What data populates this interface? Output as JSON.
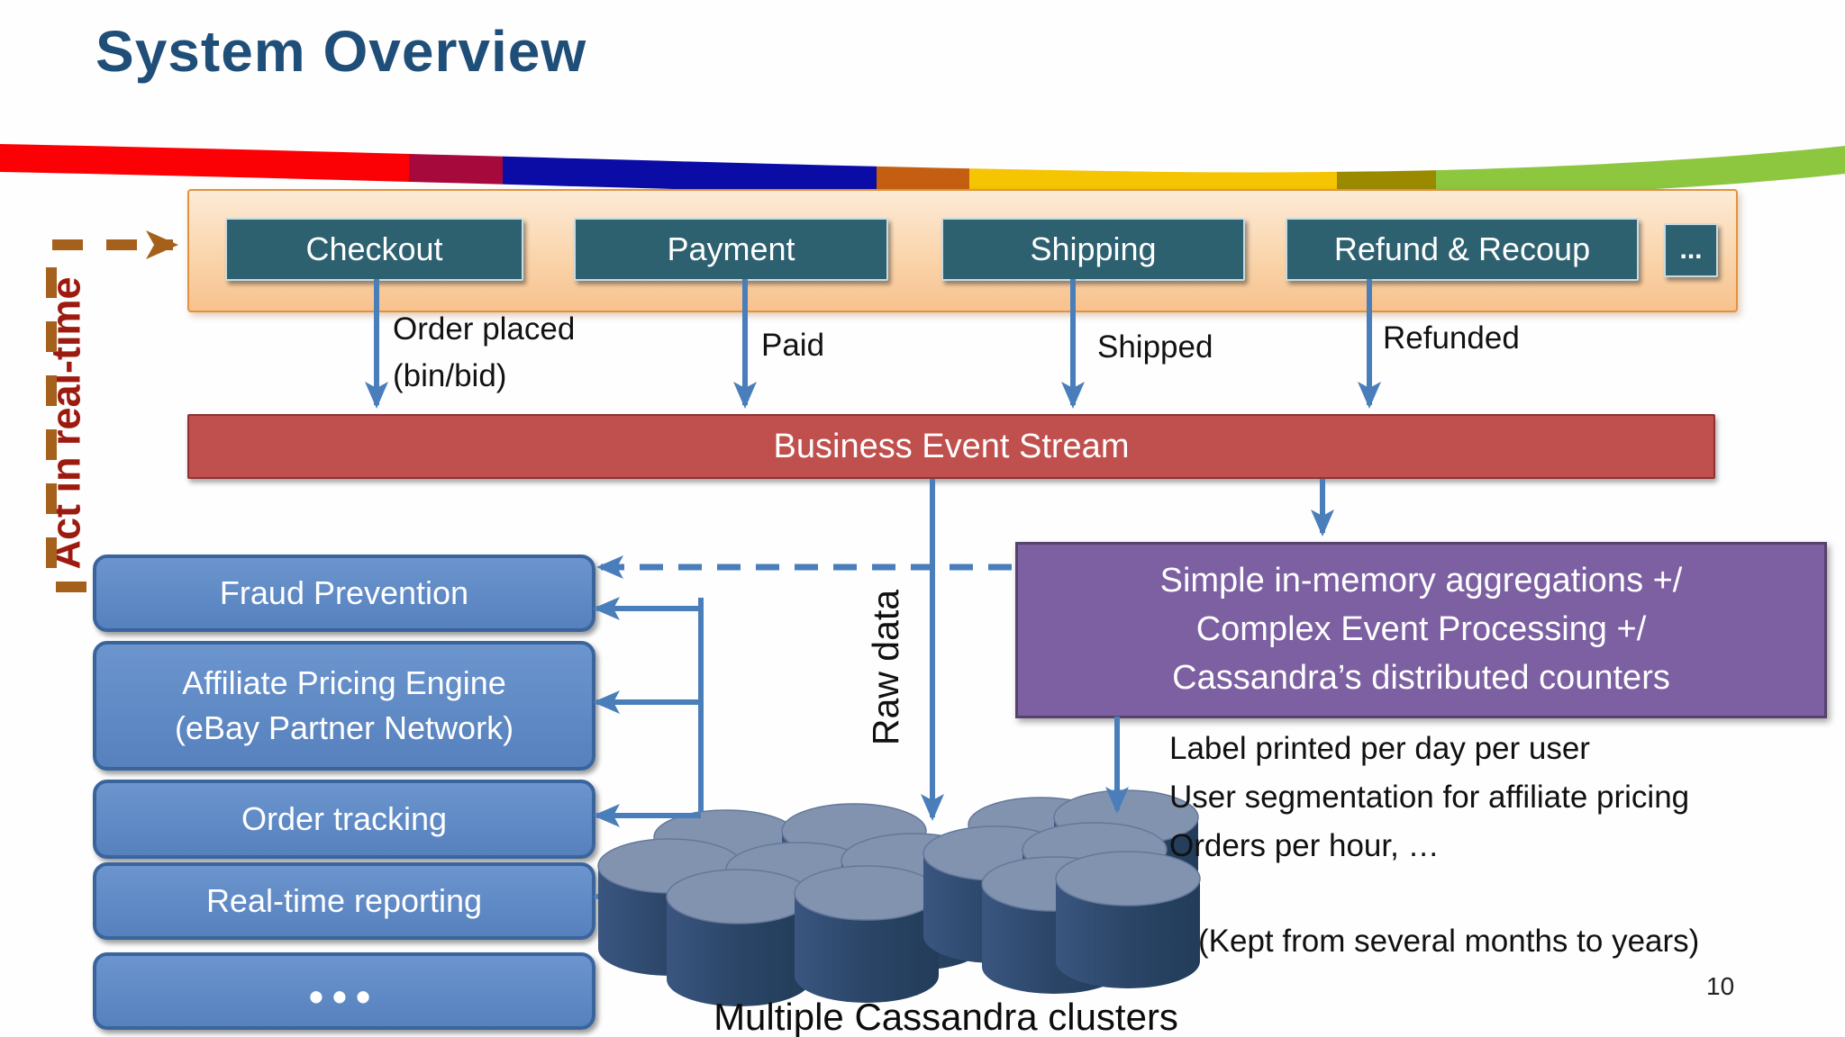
{
  "slide": {
    "title": "System Overview",
    "page_number": "10"
  },
  "colors": {
    "title_text": "#1F4E79",
    "stripe_segments": [
      "#FB0005",
      "#A60A3D",
      "#0B0BA5",
      "#C45F11",
      "#F5C402",
      "#998A00",
      "#8DC63F"
    ],
    "commerce_panel_fill": "#FAD5AC",
    "commerce_panel_border": "#E2923F",
    "system_box_fill": "#2E6170",
    "arrow_blue": "#4A7EBB",
    "event_stream_fill": "#C0504D",
    "processing_fill": "#7C60A2",
    "consumer_fill": "#5681BD",
    "consumer_border": "#3A659C",
    "realtime_dash": "#A5611B",
    "realtime_text": "#9C1A10",
    "cylinder_body": "#2A4566",
    "cylinder_top": "#8193AE"
  },
  "realtime_path_label": "Act in real-time",
  "commerce_panel": {
    "systems": [
      {
        "label": "Checkout"
      },
      {
        "label": "Payment"
      },
      {
        "label": "Shipping"
      },
      {
        "label": "Refund & Recoup"
      },
      {
        "label": "..."
      }
    ]
  },
  "event_labels": {
    "order_placed_line1": "Order placed",
    "order_placed_line2": "(bin/bid)",
    "paid": "Paid",
    "shipped": "Shipped",
    "refunded": "Refunded"
  },
  "event_stream": {
    "label": "Business Event Stream"
  },
  "processing": {
    "line1": "Simple in-memory aggregations +/",
    "line2": "Complex Event Processing +/",
    "line3": "Cassandra’s distributed counters"
  },
  "consumers": [
    {
      "label": "Fraud Prevention"
    },
    {
      "line1": "Affiliate Pricing Engine",
      "line2": "(eBay Partner Network)"
    },
    {
      "label": "Order tracking"
    },
    {
      "label": "Real-time reporting"
    },
    {
      "label": "•••"
    }
  ],
  "raw_data_label": "Raw data",
  "storage": {
    "caption": "Multiple Cassandra clusters"
  },
  "aggregation_examples": {
    "line1": "Label printed per day per user",
    "line2": "User segmentation for affiliate pricing",
    "line3": "Orders per hour, …",
    "retention": "(Kept from several months to years)"
  }
}
